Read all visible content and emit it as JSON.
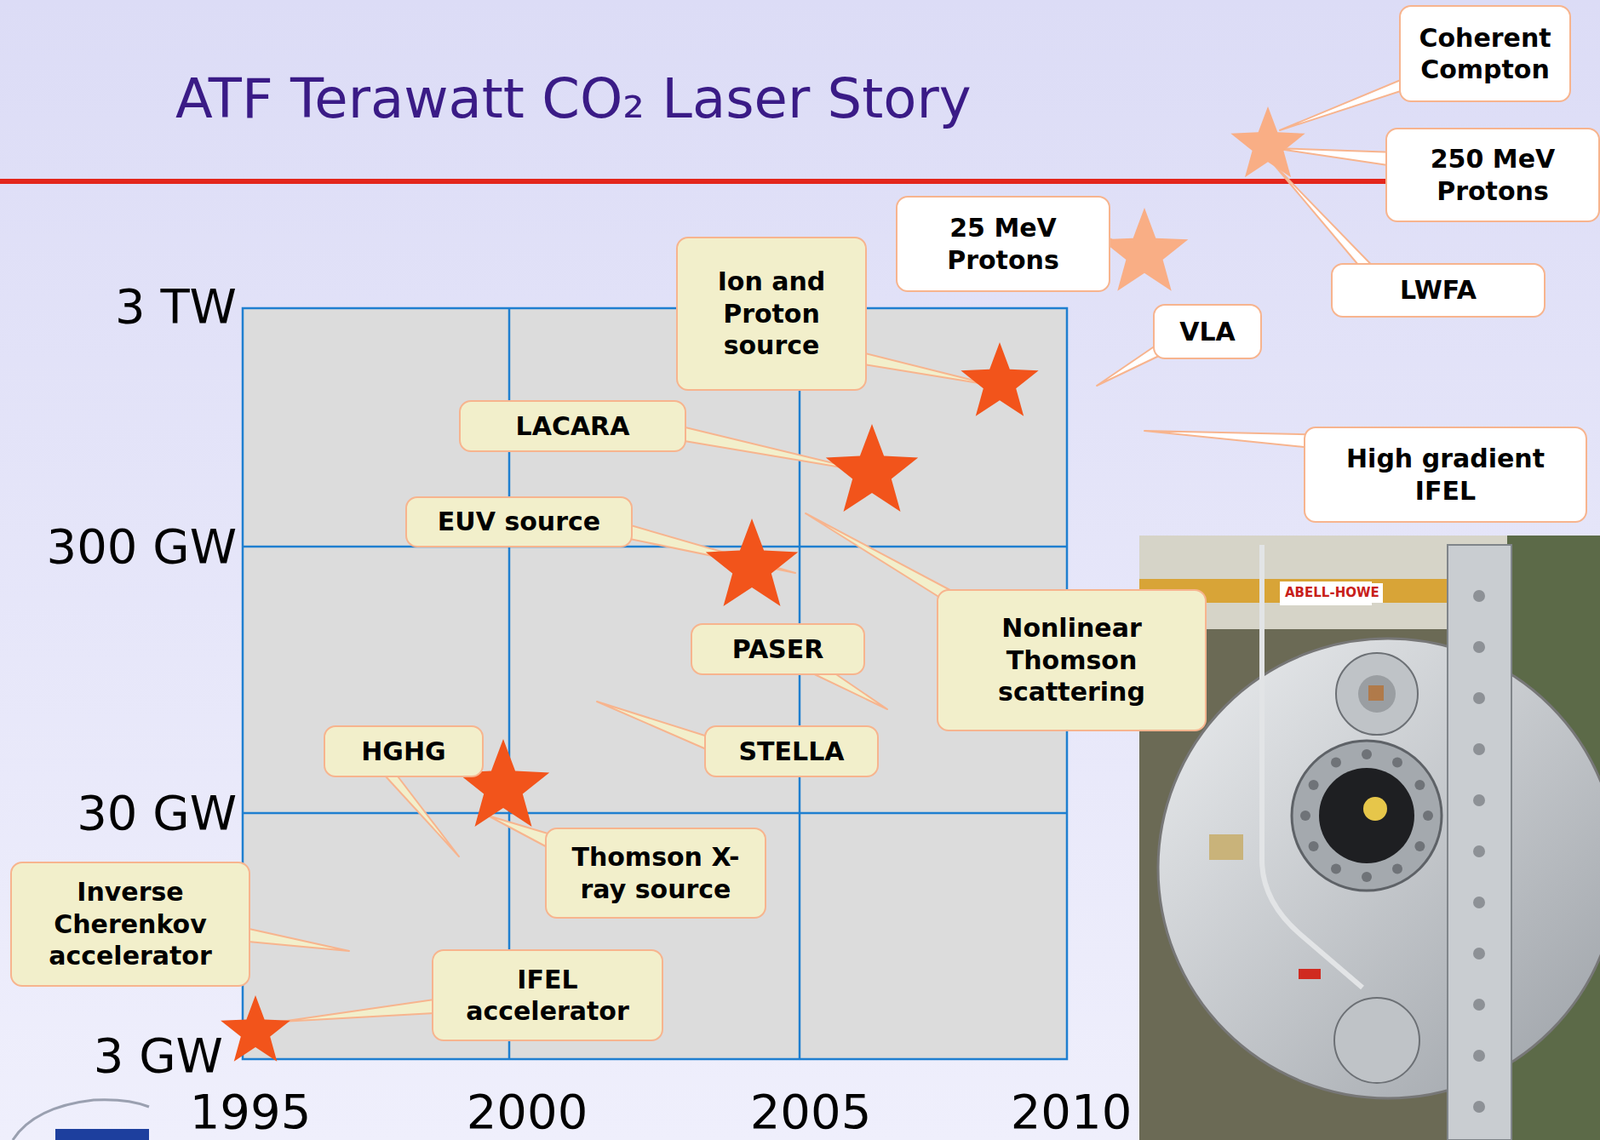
{
  "diagram": {
    "title": "ATF Terawatt CO₂ Laser Story",
    "nodes": [
      {
        "text": [
          "Coherent Compton"
        ]
      },
      {
        "text": [
          "250 MeV Protons"
        ]
      },
      {
        "text": [
          "25 MeV Protons"
        ]
      },
      {
        "text": [
          "LWFA"
        ]
      },
      {
        "text": [
          "Ion and Proton source"
        ]
      },
      {
        "text": [
          "VLA"
        ]
      },
      {
        "text": [
          "LACARA"
        ]
      },
      {
        "text": [
          "High gradient IFEL"
        ]
      },
      {
        "text": [
          "EUV source"
        ]
      },
      {
        "text": [
          "PASER"
        ]
      },
      {
        "text": [
          "Nonlinear Thomson scattering"
        ]
      },
      {
        "text": [
          "HGHG"
        ]
      },
      {
        "text": [
          "STELLA"
        ]
      },
      {
        "text": [
          "Thomson X-ray source"
        ]
      },
      {
        "text": [
          "Inverse Cherenkov accelerator"
        ]
      },
      {
        "text": [
          "IFEL accelerator"
        ]
      }
    ],
    "labels": [
      "3 TW",
      "300 GW",
      "30 GW",
      "3 GW",
      "1995",
      "2000",
      "2005",
      "2010",
      "ABELL-HOWE"
    ]
  }
}
